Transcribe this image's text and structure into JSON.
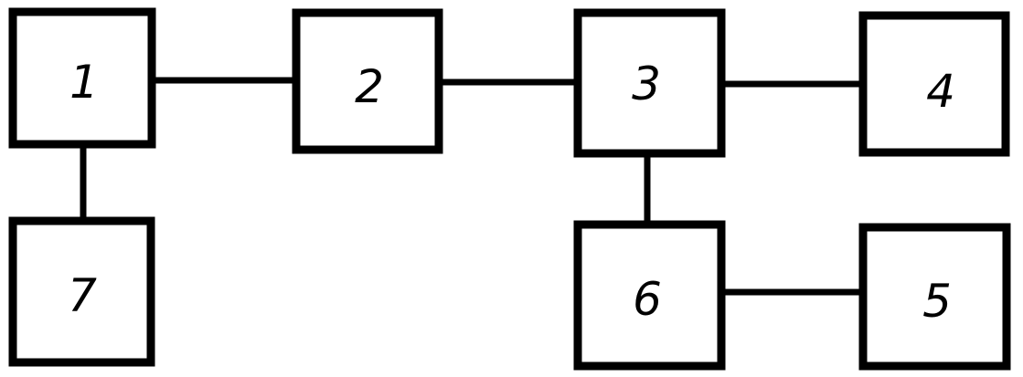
{
  "diagram": {
    "blocks": [
      {
        "id": "1",
        "label": "1"
      },
      {
        "id": "2",
        "label": "2"
      },
      {
        "id": "3",
        "label": "3"
      },
      {
        "id": "4",
        "label": "4"
      },
      {
        "id": "5",
        "label": "5"
      },
      {
        "id": "6",
        "label": "6"
      },
      {
        "id": "7",
        "label": "7"
      }
    ],
    "connections": [
      [
        "1",
        "2"
      ],
      [
        "2",
        "3"
      ],
      [
        "3",
        "4"
      ],
      [
        "1",
        "7"
      ],
      [
        "3",
        "6"
      ],
      [
        "6",
        "5"
      ]
    ],
    "colors": {
      "stroke": "#000000",
      "fill": "#ffffff"
    }
  }
}
